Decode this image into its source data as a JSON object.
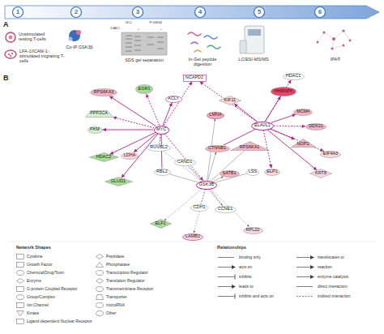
{
  "diagram": {
    "nodes": [
      {
        "text": [
          "1"
        ]
      },
      {
        "text": [
          "2"
        ]
      },
      {
        "text": [
          "3"
        ]
      },
      {
        "text": [
          "4"
        ]
      },
      {
        "text": [
          "5"
        ]
      },
      {
        "text": [
          "6"
        ]
      },
      {
        "text": [
          "RPS6KA3"
        ]
      },
      {
        "text": [
          "EGR1"
        ]
      },
      {
        "text": [
          "ACLY"
        ]
      },
      {
        "text": [
          "PPP2CA"
        ]
      },
      {
        "text": [
          "PKM"
        ]
      },
      {
        "text": [
          "MYC"
        ]
      },
      {
        "text": [
          "HDAC2"
        ]
      },
      {
        "text": [
          "LDHA"
        ]
      },
      {
        "text": [
          "GLUD1"
        ]
      },
      {
        "text": [
          "RUVBL2"
        ]
      },
      {
        "text": [
          "RBL2"
        ]
      },
      {
        "text": [
          "NCAPD2"
        ]
      },
      {
        "text": [
          "KIF11"
        ]
      },
      {
        "text": [
          "LMNA"
        ]
      },
      {
        "text": [
          "CAND1"
        ]
      },
      {
        "text": [
          "CTNNB1"
        ]
      },
      {
        "text": [
          "RPS6KA1"
        ]
      },
      {
        "text": [
          "GSK3B"
        ]
      },
      {
        "text": [
          "SATB1"
        ]
      },
      {
        "text": [
          "LSS"
        ]
      },
      {
        "text": [
          "ELP1"
        ]
      },
      {
        "text": [
          "CDH1"
        ]
      },
      {
        "text": [
          "CCNE1"
        ]
      },
      {
        "text": [
          "ELF1"
        ]
      },
      {
        "text": [
          "LAMB1"
        ]
      },
      {
        "text": [
          "RPL22"
        ]
      },
      {
        "text": [
          "ELAVL1"
        ]
      },
      {
        "text": [
          "HNRNPK"
        ]
      },
      {
        "text": [
          "HDAC1"
        ]
      },
      {
        "text": [
          "MCM4"
        ]
      },
      {
        "text": [
          "DDX21"
        ]
      },
      {
        "text": [
          "NOP2"
        ]
      },
      {
        "text": [
          "EIF4A3"
        ]
      },
      {
        "text": [
          "KRT8"
        ]
      }
    ],
    "edges": [
      {
        "from": 11,
        "to": 6,
        "arrow": "to"
      },
      {
        "from": 11,
        "to": 7,
        "arrow": "to"
      },
      {
        "from": 11,
        "to": 8,
        "arrow": "to"
      },
      {
        "from": 11,
        "to": 9,
        "arrow": "to"
      },
      {
        "from": 11,
        "to": 10,
        "arrow": "to"
      },
      {
        "from": 11,
        "to": 12,
        "arrow": "to"
      },
      {
        "from": 11,
        "to": 13,
        "arrow": "to"
      },
      {
        "from": 11,
        "to": 14,
        "arrow": "to"
      },
      {
        "from": 11,
        "to": 15,
        "arrow": "none"
      },
      {
        "from": 11,
        "to": 16,
        "arrow": "none"
      },
      {
        "from": 11,
        "to": 23,
        "arrow": "to"
      },
      {
        "from": 11,
        "to": 17,
        "arrow": "to"
      },
      {
        "from": 23,
        "to": 21,
        "arrow": "to"
      },
      {
        "from": 23,
        "to": 24,
        "arrow": "to"
      },
      {
        "from": 23,
        "to": 27,
        "arrow": "none"
      },
      {
        "from": 23,
        "to": 28,
        "arrow": "to"
      },
      {
        "from": 23,
        "to": 29,
        "arrow": "to"
      },
      {
        "from": 23,
        "to": 30,
        "arrow": "to"
      },
      {
        "from": 23,
        "to": 31,
        "arrow": "to"
      },
      {
        "from": 23,
        "to": 20,
        "arrow": "none"
      },
      {
        "from": 23,
        "to": 19,
        "arrow": "to"
      },
      {
        "from": 23,
        "to": 22,
        "arrow": "none"
      },
      {
        "from": 23,
        "to": 25,
        "arrow": "none"
      },
      {
        "from": 32,
        "to": 33,
        "arrow": "to"
      },
      {
        "from": 32,
        "to": 34,
        "arrow": "to"
      },
      {
        "from": 32,
        "to": 35,
        "arrow": "to"
      },
      {
        "from": 32,
        "to": 36,
        "arrow": "to"
      },
      {
        "from": 32,
        "to": 37,
        "arrow": "to"
      },
      {
        "from": 32,
        "to": 38,
        "arrow": "to"
      },
      {
        "from": 32,
        "to": 39,
        "arrow": "to"
      },
      {
        "from": 32,
        "to": 26,
        "arrow": "to"
      },
      {
        "from": 32,
        "to": 18,
        "arrow": "to"
      },
      {
        "from": 32,
        "to": 17,
        "arrow": "to"
      },
      {
        "from": 32,
        "to": 21,
        "arrow": "none"
      },
      {
        "from": 16,
        "to": 23,
        "arrow": "none"
      },
      {
        "from": 15,
        "to": 23,
        "arrow": "none"
      },
      {
        "from": 20,
        "to": 28,
        "arrow": "none"
      }
    ],
    "labels": [
      "A",
      "B",
      "Unstimulated resting T-cells",
      "LFA-1/ICAM-1-stimulated migrating T-cells",
      "Co-IP GSK3β",
      "SDS gel separation",
      "In-Gel peptide digestion",
      "LC/ESI-MS/MS",
      "IPA®",
      "WCL",
      "IP:GSK3β",
      "ICAM-1",
      "-",
      "+",
      "-",
      "+",
      "Network Shapes",
      "Relationships"
    ],
    "legend": [
      {
        "text": "Cytokine"
      },
      {
        "text": "Growth Factor"
      },
      {
        "text": "Chemical/Drug/Toxin"
      },
      {
        "text": "Enzyme"
      },
      {
        "text": "G-protein Coupled Receptor"
      },
      {
        "text": "Group/Complex"
      },
      {
        "text": "Ion Channel"
      },
      {
        "text": "Kinase"
      },
      {
        "text": "Ligand-dependent Nuclear Receptor"
      },
      {
        "text": "Peptidase"
      },
      {
        "text": "Phosphatase"
      },
      {
        "text": "Transcription Regulator"
      },
      {
        "text": "Translation Regulator"
      },
      {
        "text": "Transmembrane Receptor"
      },
      {
        "text": "Transporter"
      },
      {
        "text": "microRNA"
      },
      {
        "text": "Other"
      },
      {
        "text": "binding only"
      },
      {
        "text": "acts on"
      },
      {
        "text": "inhibits"
      },
      {
        "text": "leads to"
      },
      {
        "text": "inhibits and acts on"
      },
      {
        "text": "translocates to"
      },
      {
        "text": "reaction"
      },
      {
        "text": "enzyme catalysis"
      },
      {
        "text": "direct interaction"
      },
      {
        "text": "indirect interaction"
      }
    ]
  }
}
